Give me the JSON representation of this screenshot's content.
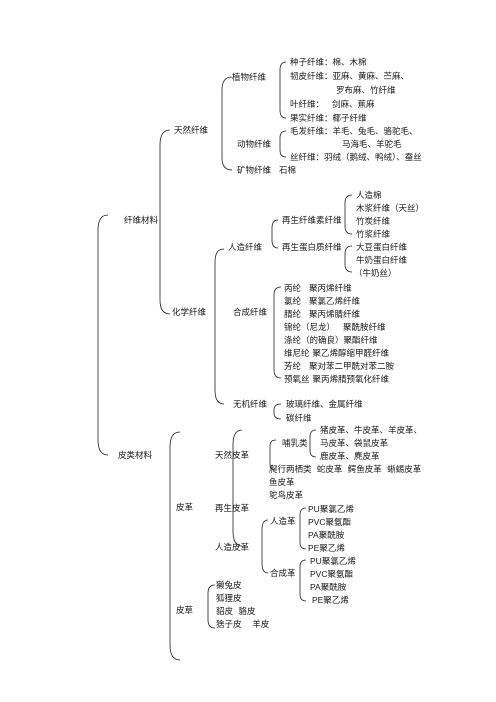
{
  "root": {
    "fiber": "纤维材料",
    "leather": "皮类材料"
  },
  "fiber": {
    "natural": {
      "label": "天然纤维",
      "plant": {
        "label": "植物纤维",
        "items": [
          {
            "name": "种子纤维：",
            "text": "棉、木棉"
          },
          {
            "name": "韧皮纤维：",
            "text": "亚麻、黄麻、苎麻、"
          },
          {
            "name": "",
            "text": "罗布麻、竹纤维"
          },
          {
            "name": "叶纤维：",
            "text": "剑麻、蕉麻"
          },
          {
            "name": "果实纤维：",
            "text": "椰子纤维"
          }
        ]
      },
      "animal": {
        "label": "动物纤维",
        "items": [
          {
            "name": "毛发纤维：",
            "text": "羊毛、兔毛、骆驼毛、"
          },
          {
            "name": "",
            "text": "马海毛、羊驼毛"
          },
          {
            "name": "丝纤维：",
            "text": "羽绒（鹅绒、鸭绒）、蚕丝"
          }
        ]
      },
      "mineral": {
        "label": "矿物纤维",
        "text": "石棉"
      }
    },
    "chemical": {
      "label": "化学纤维",
      "artificial": {
        "label": "人造纤维",
        "cellulose": {
          "label": "再生纤维素纤维",
          "items": [
            "人造棉",
            "木浆纤维（天丝）",
            "竹炭纤维",
            "竹浆纤维"
          ]
        },
        "protein": {
          "label": "再生蛋白质纤维",
          "items": [
            "大豆蛋白纤维",
            "牛奶蛋白纤维",
            "（牛奶丝）"
          ]
        }
      },
      "synthetic": {
        "label": "合成纤维",
        "items": [
          {
            "name": "丙纶",
            "text": "聚丙烯纤维"
          },
          {
            "name": "氯纶",
            "text": "聚氯乙烯纤维"
          },
          {
            "name": "腈纶",
            "text": "聚丙烯腈纤维"
          },
          {
            "name": "锦纶（尼龙）",
            "text": "聚酰胺纤维"
          },
          {
            "name": "涤纶（的确良）",
            "text": "聚酯纤维"
          },
          {
            "name": "维尼纶",
            "text": "聚乙烯醇缩甲醛纤维"
          },
          {
            "name": "芳纶",
            "text": "聚对苯二甲酰对苯二胺"
          },
          {
            "name": "预氧丝",
            "text": "聚丙烯腈预氧化纤维"
          }
        ]
      },
      "inorganic": {
        "label": "无机纤维",
        "items": [
          "玻璃纤维、金属纤维",
          "碳纤维"
        ]
      }
    }
  },
  "leather": {
    "hide": {
      "label": "皮革",
      "natural": {
        "label": "天然皮革",
        "mammal": {
          "label": "哺乳类",
          "items": [
            "猪皮革、牛皮革、羊皮革、",
            "马皮革、袋鼠皮革",
            "鹿皮革、麂皮革"
          ]
        },
        "reptile_lines": [
          "爬行两栖类  蛇皮革  鳄鱼皮革  蜥蜴皮革",
          "鱼皮革",
          "鸵鸟皮革"
        ]
      },
      "recycled": {
        "label": "再生皮革"
      },
      "artificial": {
        "label": "人造皮革",
        "imitation": {
          "label": "人造革",
          "items": [
            {
              "code": "PU",
              "text": "聚氯乙烯"
            },
            {
              "code": "PVC",
              "text": "聚氨酯"
            },
            {
              "code": "PA",
              "text": "聚酰胺"
            },
            {
              "code": "PE",
              "text": "聚乙烯"
            }
          ]
        },
        "synthetic": {
          "label": "合成革",
          "items": [
            {
              "code": "PU",
              "text": "聚氯乙烯"
            },
            {
              "code": "PVC",
              "text": "聚氨酯"
            },
            {
              "code": "PA",
              "text": "聚酰胺"
            },
            {
              "code": "PE",
              "text": "聚乙烯"
            }
          ]
        }
      }
    },
    "fur": {
      "label": "皮草",
      "items": [
        "獭兔皮",
        "狐狸皮",
        "貂皮  貉皮",
        "猞子皮    羊皮"
      ]
    }
  }
}
